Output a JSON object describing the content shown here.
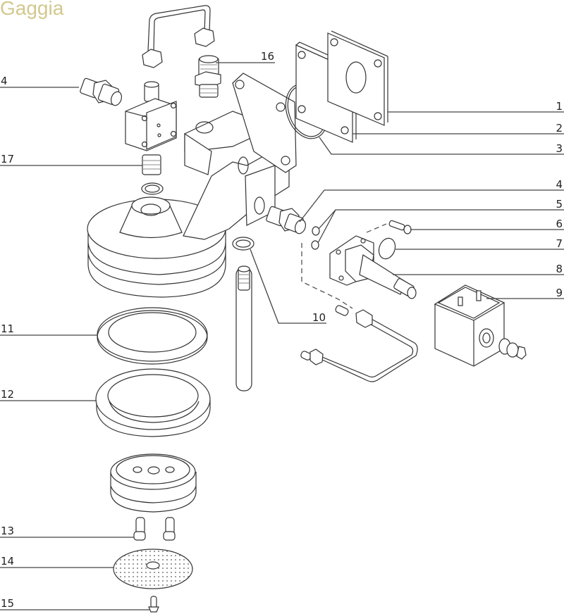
{
  "brand": "Gaggia",
  "diagram": {
    "type": "exploded-parts-view",
    "callouts": [
      {
        "id": "c1",
        "number": "1",
        "side": "right"
      },
      {
        "id": "c2",
        "number": "2",
        "side": "right"
      },
      {
        "id": "c3",
        "number": "3",
        "side": "right"
      },
      {
        "id": "c4r",
        "number": "4",
        "side": "right"
      },
      {
        "id": "c5",
        "number": "5",
        "side": "right"
      },
      {
        "id": "c6",
        "number": "6",
        "side": "right"
      },
      {
        "id": "c7",
        "number": "7",
        "side": "right"
      },
      {
        "id": "c8",
        "number": "8",
        "side": "right"
      },
      {
        "id": "c9",
        "number": "9",
        "side": "right"
      },
      {
        "id": "c10",
        "number": "10",
        "side": "middle"
      },
      {
        "id": "c4l",
        "number": "4",
        "side": "left"
      },
      {
        "id": "c11",
        "number": "11",
        "side": "left"
      },
      {
        "id": "c12",
        "number": "12",
        "side": "left"
      },
      {
        "id": "c13",
        "number": "13",
        "side": "left"
      },
      {
        "id": "c14",
        "number": "14",
        "side": "left"
      },
      {
        "id": "c15",
        "number": "15",
        "side": "left"
      },
      {
        "id": "c16",
        "number": "16",
        "side": "top"
      },
      {
        "id": "c17",
        "number": "17",
        "side": "left"
      }
    ]
  }
}
